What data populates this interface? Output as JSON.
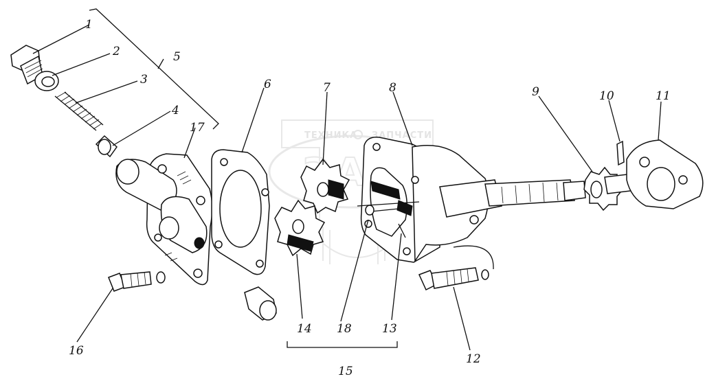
{
  "watermark": {
    "left": "ТЕХНИКА",
    "right": "ЗАПЧАСТИ",
    "logo": "ЗАП"
  },
  "callouts": [
    {
      "id": "c1",
      "label": "1"
    },
    {
      "id": "c2",
      "label": "2"
    },
    {
      "id": "c3",
      "label": "3"
    },
    {
      "id": "c4",
      "label": "4"
    },
    {
      "id": "c5",
      "label": "5"
    },
    {
      "id": "c6",
      "label": "6"
    },
    {
      "id": "c7",
      "label": "7"
    },
    {
      "id": "c8",
      "label": "8"
    },
    {
      "id": "c9",
      "label": "9"
    },
    {
      "id": "c10",
      "label": "10"
    },
    {
      "id": "c11",
      "label": "11"
    },
    {
      "id": "c12",
      "label": "12"
    },
    {
      "id": "c13",
      "label": "13"
    },
    {
      "id": "c14",
      "label": "14"
    },
    {
      "id": "c15",
      "label": "15"
    },
    {
      "id": "c16",
      "label": "16"
    },
    {
      "id": "c17",
      "label": "17"
    },
    {
      "id": "c18",
      "label": "18"
    }
  ]
}
